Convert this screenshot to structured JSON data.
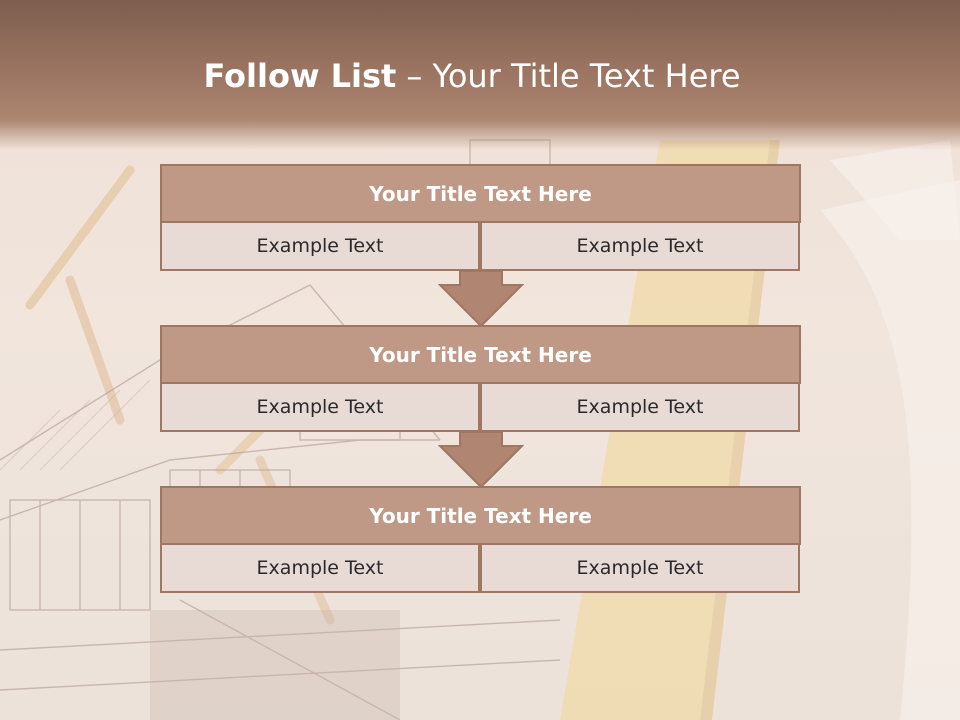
{
  "title": {
    "bold": "Follow List",
    "rest": "– Your Title Text Here"
  },
  "steps": [
    {
      "header": "Your Title Text Here",
      "left": "Example Text",
      "right": "Example Text"
    },
    {
      "header": "Your Title Text Here",
      "left": "Example Text",
      "right": "Example Text"
    },
    {
      "header": "Your Title Text Here",
      "left": "Example Text",
      "right": "Example Text"
    }
  ],
  "colors": {
    "header_band": "#9a7361",
    "box_title": "#bf9886",
    "box_cell": "#e8dbd6",
    "border": "#9f7662",
    "arrow": "#b08673"
  }
}
